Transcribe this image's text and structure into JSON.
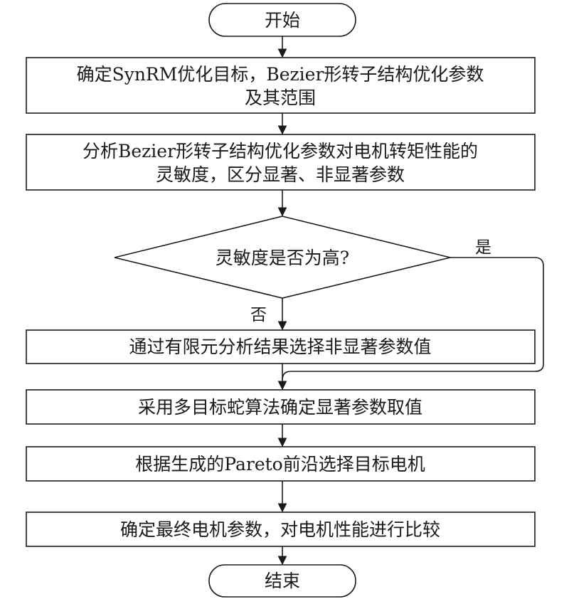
{
  "colors": {
    "stroke": "#1a1a1a",
    "fill": "#ffffff",
    "text": "#1a1a1a"
  },
  "nodes": {
    "start": "开始",
    "define": [
      "确定SynRM优化目标，Bezier形转子结构优化参数",
      "及其范围"
    ],
    "analyze": [
      "分析Bezier形转子结构优化参数对电机转矩性能的",
      "灵敏度，区分显著、非显著参数"
    ],
    "decision": "灵敏度是否为高?",
    "fem": "通过有限元分析结果选择非显著参数值",
    "snake": "采用多目标蛇算法确定显著参数取值",
    "pareto": "根据生成的Pareto前沿选择目标电机",
    "final": "确定最终电机参数，对电机性能进行比较",
    "end": "结束"
  },
  "branches": {
    "yes": "是",
    "no": "否"
  }
}
